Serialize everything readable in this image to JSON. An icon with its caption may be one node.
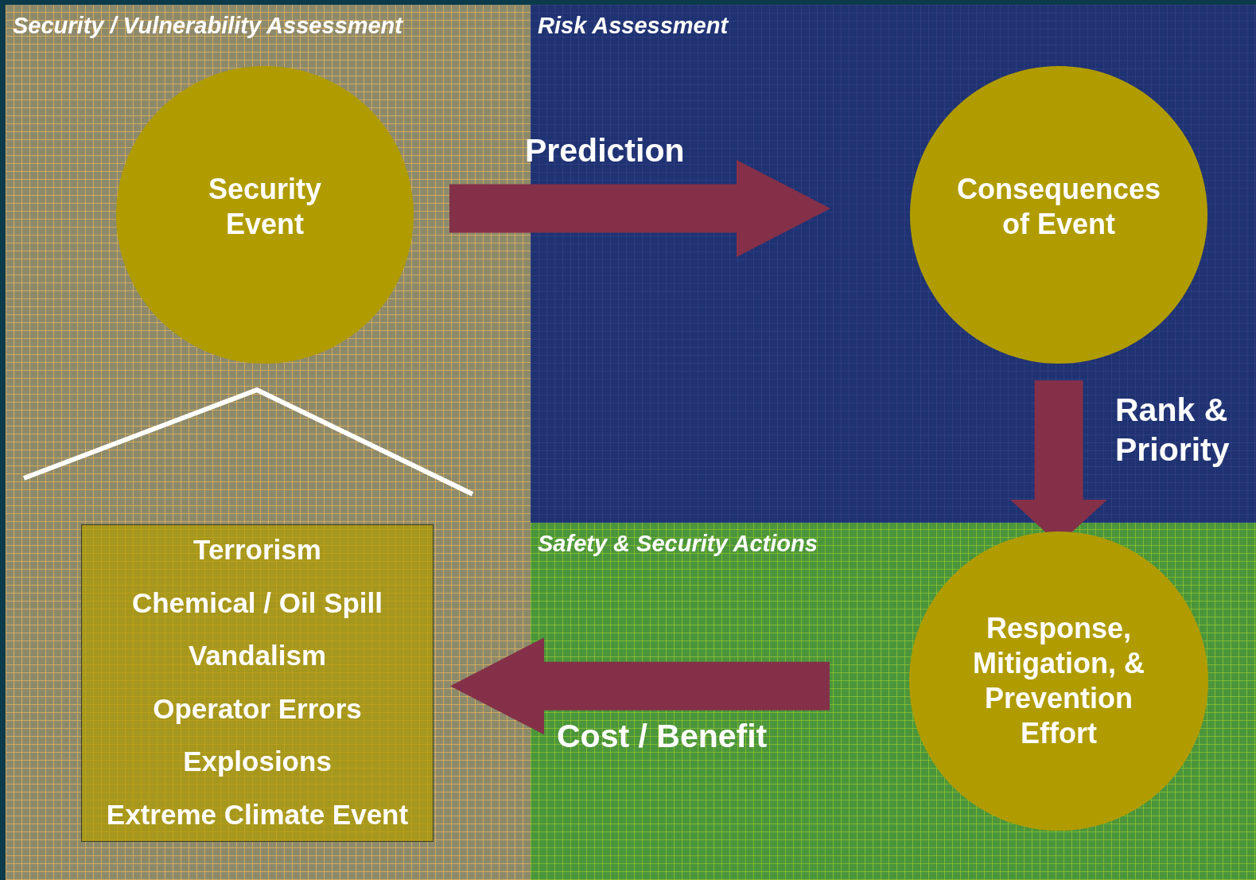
{
  "diagram": {
    "nodes": [
      {
        "text": [
          "Security / Vulnerability Assessment"
        ]
      },
      {
        "text": [
          "Risk Assessment"
        ]
      },
      {
        "text": [
          "Safety & Security Actions"
        ]
      },
      {
        "text": [
          "Security Event"
        ],
        "in": 0
      },
      {
        "text": [
          "Consequences of Event"
        ],
        "in": 1
      },
      {
        "text": [
          "Response, Mitigation, & Prevention Effort"
        ],
        "in": 2
      },
      {
        "text": [
          "Terrorism",
          "Chemical / Oil Spill",
          "Vandalism",
          "Operator Errors",
          "Explosions",
          "Extreme Climate Event"
        ],
        "in": 0
      }
    ],
    "edges": [
      {
        "from": 3,
        "to": 4,
        "arrow": "to",
        "label": "Prediction"
      },
      {
        "from": 4,
        "to": 5,
        "arrow": "to",
        "label": "Rank & Priority"
      },
      {
        "from": 5,
        "to": 6,
        "arrow": "to",
        "label": "Cost / Benefit"
      }
    ]
  }
}
